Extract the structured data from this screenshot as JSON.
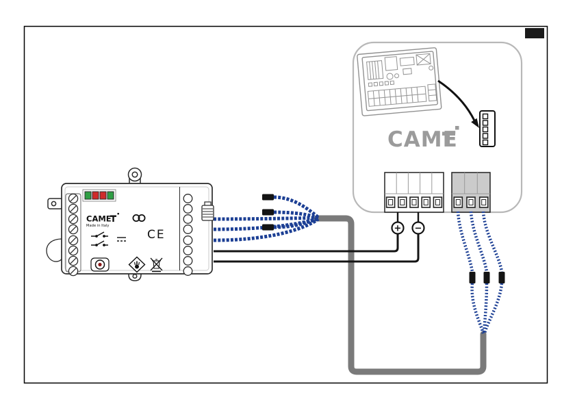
{
  "page": {
    "background": "#ffffff",
    "frame_color": "#000000",
    "corner_tab_color": "#1a1a1a"
  },
  "module": {
    "brand": "CAME",
    "made_in": "Made in Italy",
    "ce_mark": "CE",
    "led_colors": [
      "#2f9e44",
      "#cf2b2b",
      "#cf2b2b",
      "#2f9e44"
    ],
    "left_terminal_count": 8,
    "right_terminal_count": 8
  },
  "panel": {
    "brand": "CAME",
    "brand_color": "#9b9b9b",
    "plus": "+",
    "minus": "−",
    "terminal_block_large_poles": 5,
    "terminal_block_small_poles": 3
  },
  "wires": {
    "signal_color": "#1c3f94",
    "power_color": "#141414",
    "sheath_color": "#7a7a7a"
  },
  "icons": {
    "weee": "crossed-out-bin-icon",
    "hand_diamond": "hand-in-diamond-icon",
    "dc_supply": "dc-symbol",
    "contacts": "relay-contact-symbol",
    "connector": "multi-pin-connector-icon",
    "arrow": "curved-arrow-icon",
    "mount": "keyhole-mount-tab"
  }
}
